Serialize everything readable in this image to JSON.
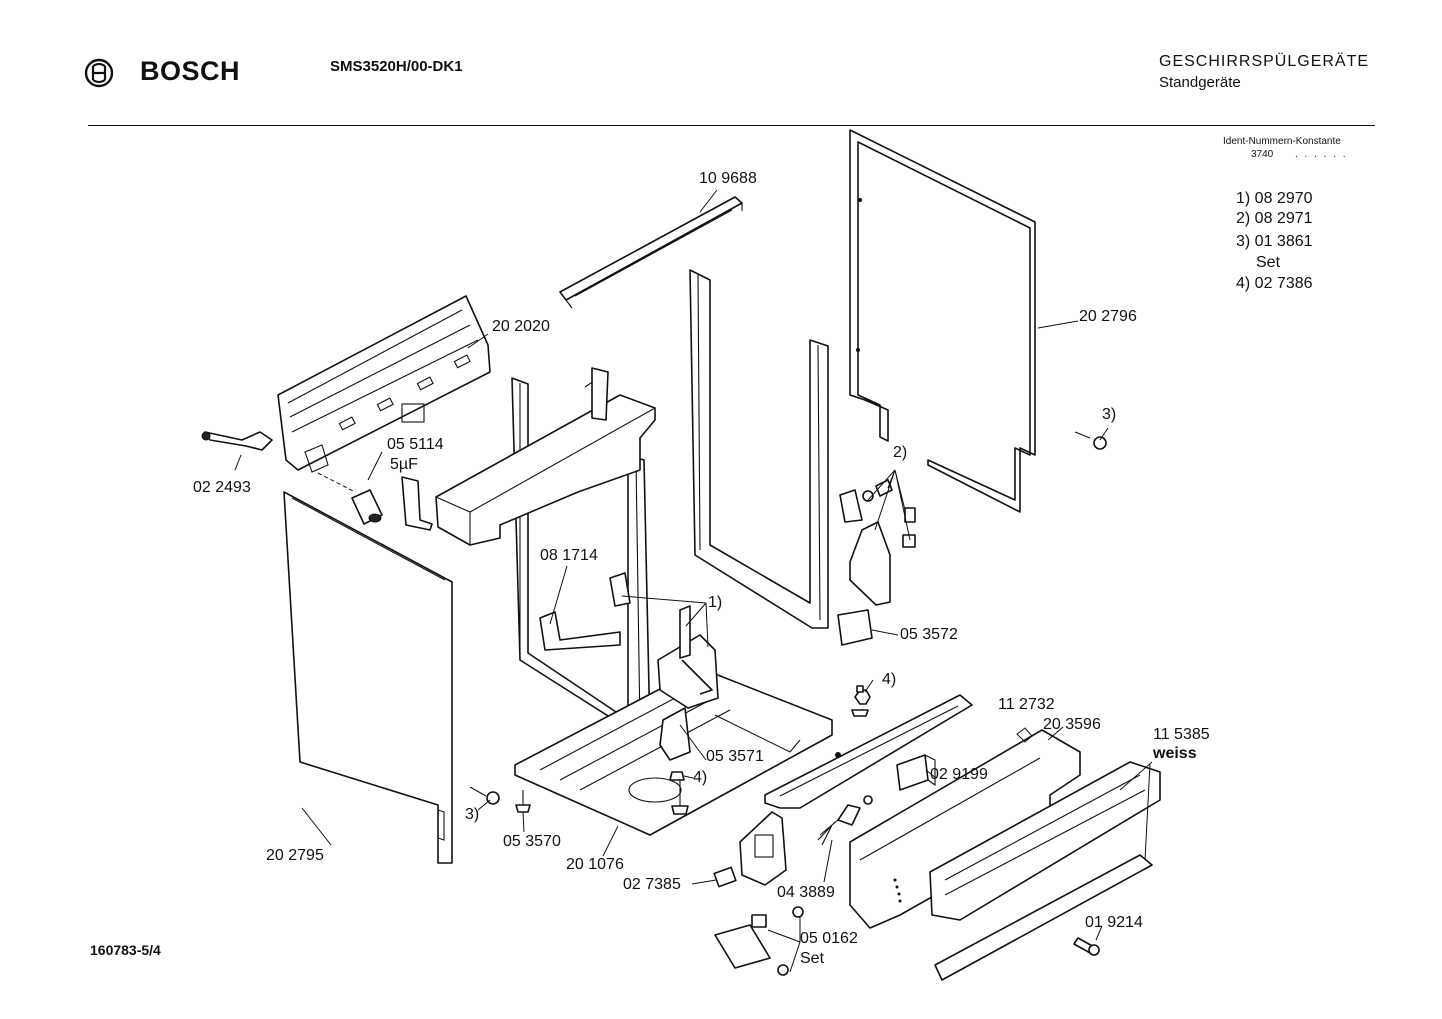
{
  "header": {
    "brand": "BOSCH",
    "model": "SMS3520H/00-DK1",
    "category_line1": "GESCHIRRSPÜLGERÄTE",
    "category_line2": "Standgeräte",
    "ident_label": "Ident-Nummern-Konstante",
    "ident_value": "3740",
    "ident_dots": ". . . . . ."
  },
  "legend": [
    "1) 08 2970",
    "2) 08 2971",
    "3) 01 3861",
    "Set",
    "4) 02 7386"
  ],
  "footer": {
    "doc_number": "160783-5/4"
  },
  "labels": {
    "p109688": "10 9688",
    "p202020": "20 2020",
    "p202796": "20 2796",
    "p022493": "02 2493",
    "p055114": "05 5114",
    "p5uf": "5µF",
    "p081714": "08 1714",
    "m1": "1)",
    "m2": "2)",
    "m3a": "3)",
    "m3b": "3)",
    "m4a": "4)",
    "m4b": "4)",
    "p053572": "05 3572",
    "p053571": "05 3571",
    "p112732": "11 2732",
    "p203596": "20 3596",
    "p115385": "11 5385",
    "weiss": "weiss",
    "p029199": "02 9199",
    "p202795": "20 2795",
    "p053570": "05 3570",
    "p201076": "20 1076",
    "p027385": "02 7385",
    "p043889": "04 3889",
    "p050162": "05 0162",
    "set": "Set",
    "p019214": "01 9214"
  }
}
